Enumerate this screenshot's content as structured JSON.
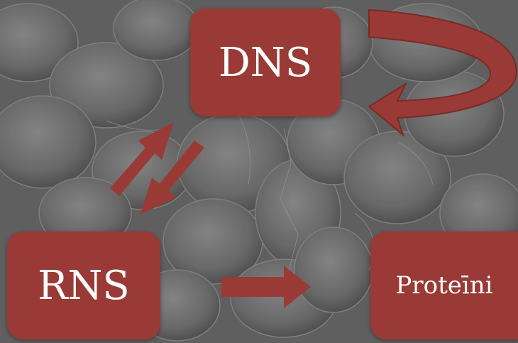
{
  "nodes": {
    "dna": {
      "label": "DNS"
    },
    "rna": {
      "label": "RNS"
    },
    "protein": {
      "label": "Proteīni"
    }
  },
  "colors": {
    "box": "#9a3a36",
    "arrow": "#9a3a36",
    "background": "#6d6d6d"
  }
}
